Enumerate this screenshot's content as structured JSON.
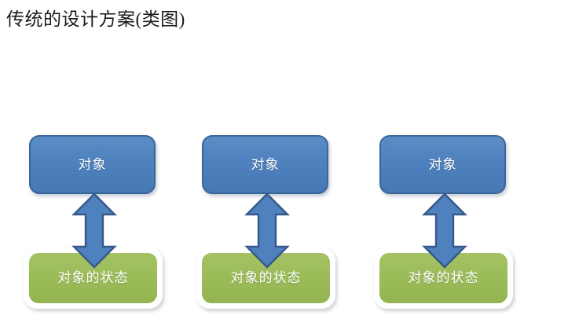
{
  "slide": {
    "title": "传统的设计方案(类图)",
    "background_color": "#ffffff"
  },
  "theme": {
    "object_box_fill": "#4E81BD",
    "object_box_border": "#3A6699",
    "state_box_fill": "#9BBB59",
    "state_box_frame": "#FFFFFF",
    "arrow_fill": "#4E81BD",
    "arrow_border": "#36588A",
    "label_color": "#FFFFFF",
    "title_color": "#1A1A1A"
  },
  "diagram": {
    "type": "class-diagram",
    "groups": [
      {
        "object_label": "对象",
        "state_label": "对象的状态",
        "connector": "double-headed-arrow"
      },
      {
        "object_label": "对象",
        "state_label": "对象的状态",
        "connector": "double-headed-arrow"
      },
      {
        "object_label": "对象",
        "state_label": "对象的状态",
        "connector": "double-headed-arrow"
      }
    ]
  }
}
